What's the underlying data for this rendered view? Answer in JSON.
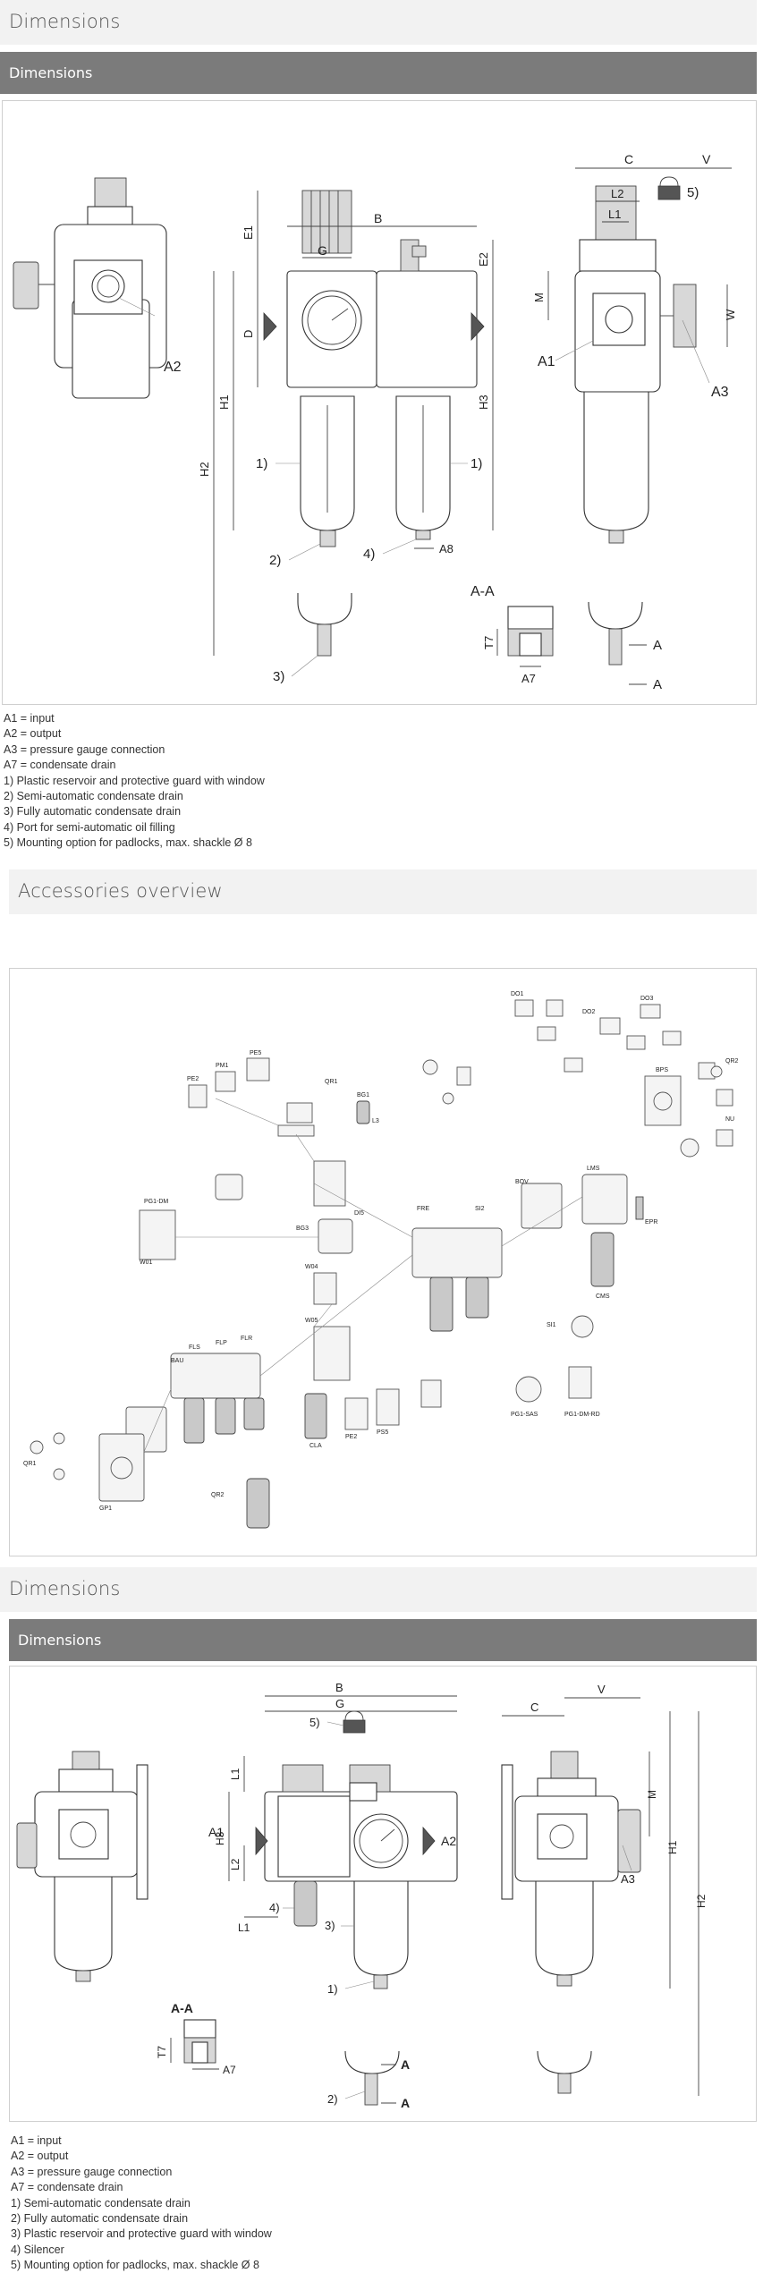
{
  "section1": {
    "heading": "Dimensions",
    "subheading": "Dimensions",
    "labels": {
      "A1": "A1",
      "A2": "A2",
      "A3": "A3",
      "A7": "A7",
      "A8": "A8",
      "B": "B",
      "C": "C",
      "D": "D",
      "E1": "E1",
      "E2": "E2",
      "G": "G",
      "H1": "H1",
      "H2": "H2",
      "H3": "H3",
      "L1": "L1",
      "L2": "L2",
      "M": "M",
      "T7": "T7",
      "V": "V",
      "W": "W",
      "AA": "A-A",
      "A": "A",
      "n1": "1)",
      "n2": "2)",
      "n3": "3)",
      "n4": "4)",
      "n5": "5)"
    },
    "legend": [
      "A1 = input",
      "A2 = output",
      "A3 = pressure gauge connection",
      "A7 = condensate drain",
      "1) Plastic reservoir and protective guard with window",
      "2) Semi-automatic condensate drain",
      "3) Fully automatic condensate drain",
      "4) Port for semi-automatic oil filling",
      "5) Mounting option for padlocks, max. shackle Ø 8"
    ]
  },
  "section2": {
    "heading": "Accessories overview",
    "labels": {
      "PE2": "PE2",
      "PM1": "PM1",
      "PE5": "PE5",
      "QR1": "QR1",
      "QR2": "QR2",
      "BG1": "BG1",
      "L3": "L3",
      "BG3": "BG3",
      "PG1": "PG1-DM",
      "W01": "W01",
      "PS5": "PS5",
      "DI5": "DI5",
      "W04": "W04",
      "W05": "W05",
      "SI1": "SI1",
      "FRE": "FRE",
      "SI2": "SI2",
      "BOV": "BOV",
      "LMS": "LMS",
      "CMS": "CMS",
      "DO1": "DO1",
      "DO2": "DO2",
      "DO3": "DO3",
      "BPS": "BPS",
      "NU": "NU",
      "CLA": "CLA",
      "PG2": "PG1-DM-RD",
      "PG3": "PG1-SAS",
      "FLS": "FLS",
      "FLP": "FLP",
      "FLR": "FLR",
      "BAU": "BAU",
      "GP1": "GP1",
      "EPR": "EPR"
    }
  },
  "section3": {
    "heading": "Dimensions",
    "subheading": "Dimensions",
    "labels": {
      "A1": "A1",
      "A2": "A2",
      "A3": "A3",
      "A7": "A7",
      "B": "B",
      "C": "C",
      "G": "G",
      "H1": "H1",
      "H2": "H2",
      "H3": "H3",
      "L1": "L1",
      "L2": "L2",
      "M": "M",
      "T7": "T7",
      "V": "V",
      "AA": "A-A",
      "A": "A",
      "n1": "1)",
      "n2": "2)",
      "n3": "3)",
      "n4": "4)",
      "n5": "5)"
    },
    "legend": [
      "A1 = input",
      "A2 = output",
      "A3 = pressure gauge connection",
      "A7 = condensate drain",
      "1) Semi-automatic condensate drain",
      "2) Fully automatic condensate drain",
      "3) Plastic reservoir and protective guard with window",
      "4) Silencer",
      "5) Mounting option for padlocks, max. shackle Ø 8"
    ]
  }
}
